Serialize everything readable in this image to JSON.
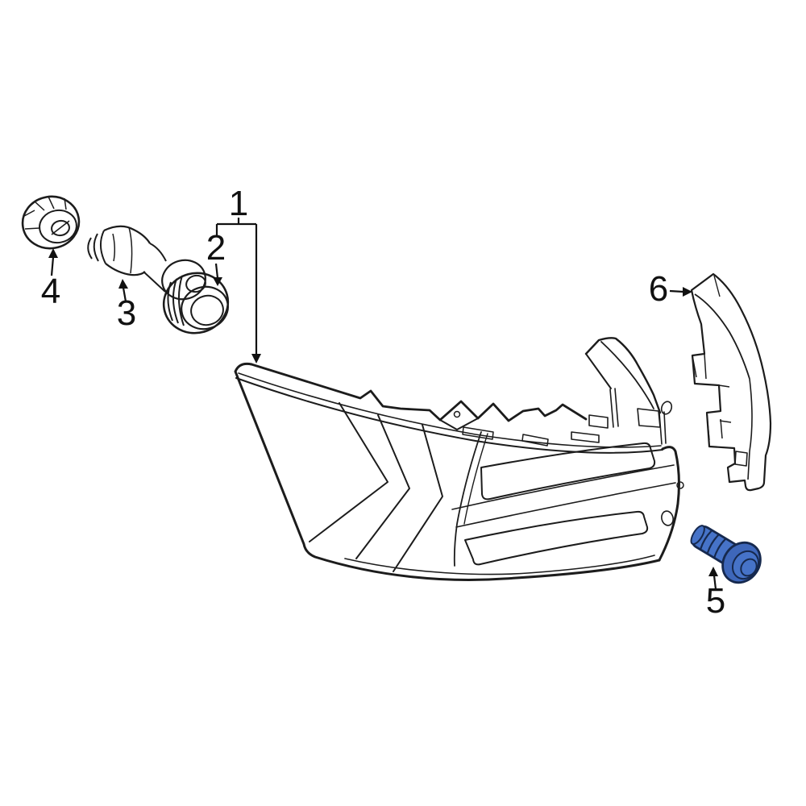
{
  "diagram": {
    "type": "exploded-parts-diagram",
    "background": "#ffffff",
    "line_color": "#1c1c1c",
    "highlight_color": "#4673c8",
    "highlight_outline": "#16294e",
    "callouts": [
      {
        "number": "1",
        "part": "tail-lamp-assembly"
      },
      {
        "number": "2",
        "part": "bulb-socket-cap"
      },
      {
        "number": "3",
        "part": "bulb"
      },
      {
        "number": "4",
        "part": "nut"
      },
      {
        "number": "5",
        "part": "screw-highlighted"
      },
      {
        "number": "6",
        "part": "mounting-bracket"
      }
    ]
  }
}
